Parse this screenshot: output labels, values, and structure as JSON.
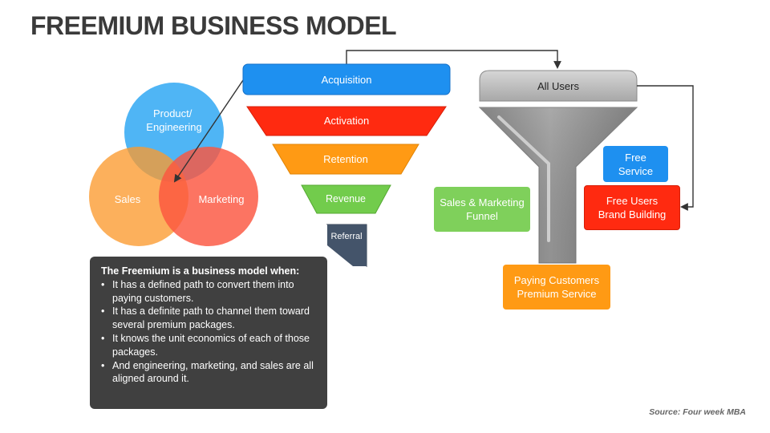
{
  "title": "FREEMIUM BUSINESS MODEL",
  "venn": {
    "top": "Product/\nEngineering",
    "left": "Sales",
    "right": "Marketing"
  },
  "funnel_stages": [
    "Acquisition",
    "Activation",
    "Retention",
    "Revenue",
    "Referral"
  ],
  "users_funnel": {
    "top": "All Users",
    "free_service": "Free\nService",
    "free_users": "Free Users\nBrand Building",
    "sales_marketing": "Sales & Marketing\nFunnel",
    "paying": "Paying Customers\nPremium Service"
  },
  "note": {
    "heading": "The Freemium is a business model when:",
    "bullets": [
      "It has a defined path to convert them into paying customers.",
      "It has a definite path to channel them toward several premium packages.",
      "It knows the unit economics of each of those packages.",
      "And engineering, marketing, and sales are all aligned around it."
    ]
  },
  "source": "Source: Four week MBA",
  "colors": {
    "blue": "#1e90f0",
    "red": "#ff2a10",
    "orange": "#ff9a14",
    "green": "#72cc4c",
    "slate": "#44546a",
    "venn_blue": "#1ea0f2",
    "venn_orange": "#fb9a2e",
    "venn_red": "#fb5640",
    "grey_box": "#c8c8c8",
    "light_green": "#7fd05b"
  }
}
